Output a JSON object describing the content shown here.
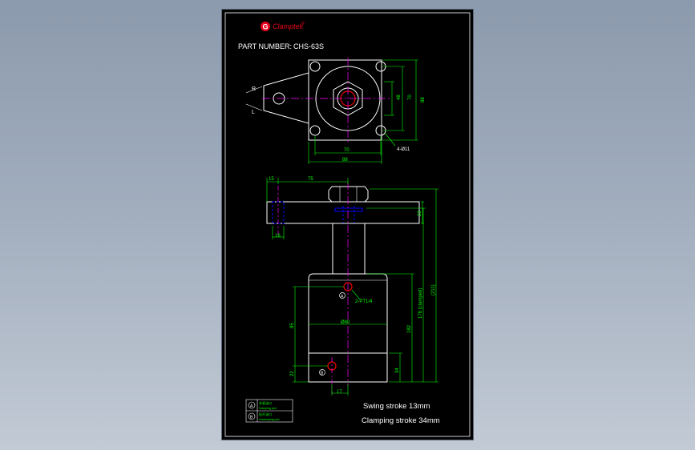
{
  "brand": {
    "name": "Clamptek",
    "mark": "®"
  },
  "part": {
    "label": "PART NUMBER:",
    "number": "CHS-63S"
  },
  "top_view": {
    "side_labels": [
      "R",
      "L"
    ],
    "dims": {
      "height_48": "48",
      "height_70": "70",
      "height_88": "88",
      "width_70": "70",
      "width_88": "88",
      "holes": "4-Ø11"
    }
  },
  "side_view": {
    "dims": {
      "d15": "15",
      "d75": "75",
      "d16": "16",
      "d23": "23",
      "d211": "(211)",
      "d176": "176 (clamped)",
      "d182": "182",
      "d34": "34",
      "d85": "85",
      "d22": "22",
      "d17": "17",
      "bore": "Ø80",
      "port": "2-PT1/4"
    },
    "port_markers": [
      "A",
      "B"
    ]
  },
  "legend": {
    "items": [
      {
        "symbol": "A",
        "cn": "夹紧油口",
        "en": "Clamping port"
      },
      {
        "symbol": "B",
        "cn": "松开油口",
        "en": "Unclamping port"
      }
    ]
  },
  "notes": {
    "swing": "Swing stroke 13mm",
    "clamping": "Clamping stroke 34mm"
  },
  "colors": {
    "background": "#000000",
    "outline": "#ffffff",
    "dimension": "#00ff00",
    "centerline": "#ff00ff",
    "hole": "#ff0000",
    "piston": "#0000ff",
    "brand": "#e8001c"
  }
}
